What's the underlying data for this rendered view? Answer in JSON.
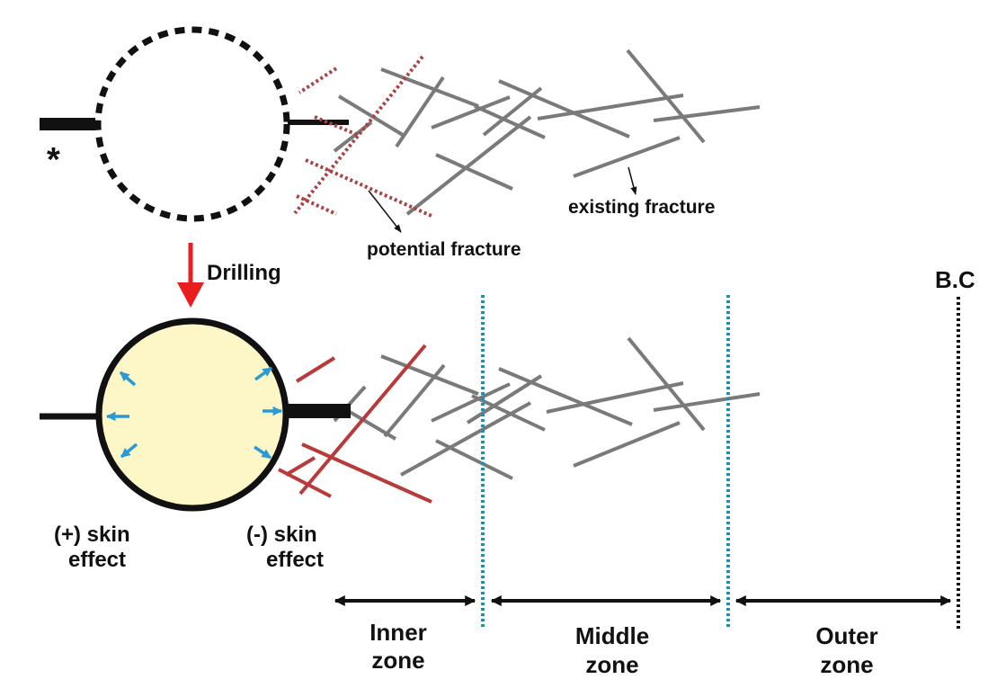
{
  "labels": {
    "asterisk": "*",
    "potential_fracture": "potential fracture",
    "existing_fracture": "existing fracture",
    "drilling": "Drilling",
    "bc": "B.C",
    "pos_skin_1": "(+) skin",
    "pos_skin_2": "effect",
    "neg_skin_1": "(-) skin",
    "neg_skin_2": "effect",
    "inner_1": "Inner",
    "inner_2": "zone",
    "middle_1": "Middle",
    "middle_2": "zone",
    "outer_1": "Outer",
    "outer_2": "zone"
  },
  "colors": {
    "existing_fracture": "#7a7a7a",
    "potential_fracture_dotted": "#a84444",
    "induced_fracture": "#b83a3a",
    "drilling_arrow": "#e81e1e",
    "wellbore_fill": "#fdf6c6",
    "skin_arrows": "#2a9ad4",
    "zone_boundary": "#2a8aa8",
    "outline": "#111111"
  }
}
